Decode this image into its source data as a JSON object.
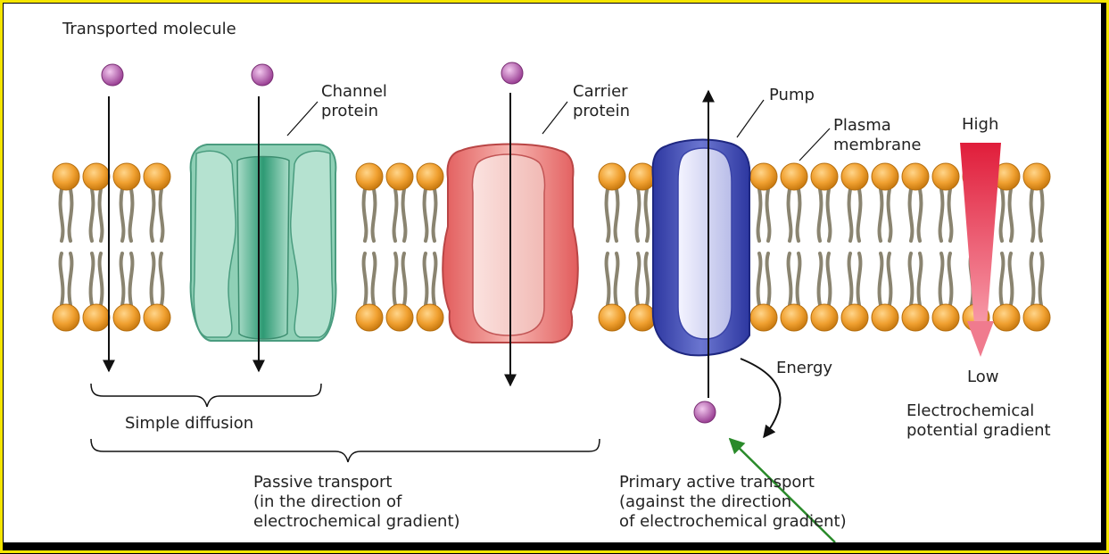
{
  "labels": {
    "transported_molecule": "Transported molecule",
    "channel_protein": "Channel\nprotein",
    "carrier_protein": "Carrier\nprotein",
    "pump": "Pump",
    "plasma_membrane": "Plasma\nmembrane",
    "high": "High",
    "low": "Low",
    "energy": "Energy",
    "simple_diffusion": "Simple diffusion",
    "passive_transport": "Passive transport\n(in the direction of\nelectrochemical gradient)",
    "primary_active_transport": "Primary active transport\n(against the direction\nof electrochemical gradient)",
    "electrochemical_gradient": "Electrochemical\npotential gradient"
  },
  "colors": {
    "border": "#f5e600",
    "phospholipid_head": "#f0a030",
    "tail": "#8a8470",
    "channel": "#6fbfa2",
    "carrier": "#e77f7f",
    "pump": "#3c48b0",
    "molecule": "#b85fb0",
    "gradient_arrow": "#e8334f",
    "pointer_arrow": "#2a8a2a"
  }
}
